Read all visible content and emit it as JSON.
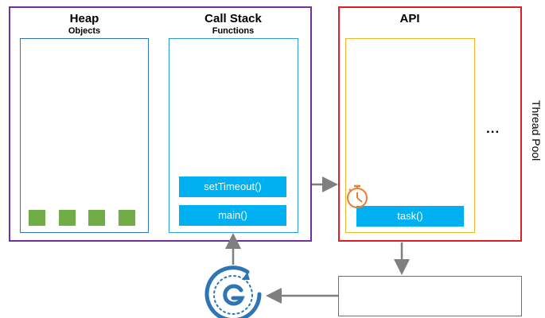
{
  "heap": {
    "title": "Heap",
    "subtitle": "Objects",
    "object_count": 4
  },
  "call_stack": {
    "title": "Call Stack",
    "subtitle": "Functions",
    "frames": [
      "setTimeout()",
      "main()"
    ]
  },
  "api": {
    "title": "API",
    "task": "task()",
    "more": "...",
    "side_label": "Thread Pool"
  },
  "colors": {
    "engine_border": "#7030a0",
    "heap_border": "#2e75b6",
    "stack_border": "#2e9bd6",
    "api_border": "#e01e24",
    "api_inner_border": "#f0b429",
    "queue_border": "#c0504d",
    "frame_fill": "#00b0f0",
    "object_fill": "#70ad47",
    "timer_color": "#ed7d31",
    "event_loop_color": "#2e75b6",
    "arrow_color": "#7f7f7f"
  },
  "icons": {
    "timer": "stopwatch-icon",
    "event_loop": "event-loop-icon"
  }
}
